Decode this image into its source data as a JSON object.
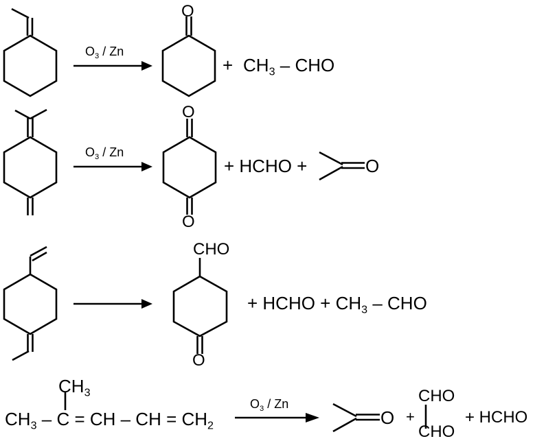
{
  "diagram": {
    "title": "Ozonolysis reactions",
    "colors": {
      "ink": "#000000",
      "background": "#ffffff"
    },
    "reactions": [
      {
        "reagent": {
          "main": "O",
          "sub": "3",
          "rest": " / Zn"
        },
        "reactant_name": "ethylidenecyclohexane",
        "products": {
          "ring_label": "O",
          "plus1": "+",
          "p2_a": "CH",
          "p2_sub": "3",
          "p2_b": " – CHO"
        }
      },
      {
        "reagent": {
          "main": "O",
          "sub": "3",
          "rest": " / Zn"
        },
        "reactant_name": "1-isopropylidene-4-methylenecyclohexane",
        "products": {
          "ring_label_top": "O",
          "ring_label_bottom": "O",
          "text": "+ HCHO +",
          "acetone_o": "O"
        }
      },
      {
        "reagent": null,
        "reactant_name": "1-ethylidene-4-vinylcyclohexane",
        "products": {
          "ring_top_label": "CHO",
          "ring_bottom_label": "O",
          "text_a": "+ HCHO + CH",
          "text_sub": "3",
          "text_b": " – CHO"
        }
      },
      {
        "reagent": {
          "main": "O",
          "sub": "3",
          "rest": " / Zn"
        },
        "reactant": {
          "branch": "CH",
          "branch_sub": "3",
          "chain_a": "CH",
          "chain_a_sub": "3",
          "chain_b": " – C = CH – CH = CH",
          "chain_b_sub": "2"
        },
        "products": {
          "acetone_o": "O",
          "plus1": "+",
          "glyoxal_top": "CHO",
          "glyoxal_bottom": "CHO",
          "plus2_text": "+ HCHO"
        }
      }
    ]
  }
}
